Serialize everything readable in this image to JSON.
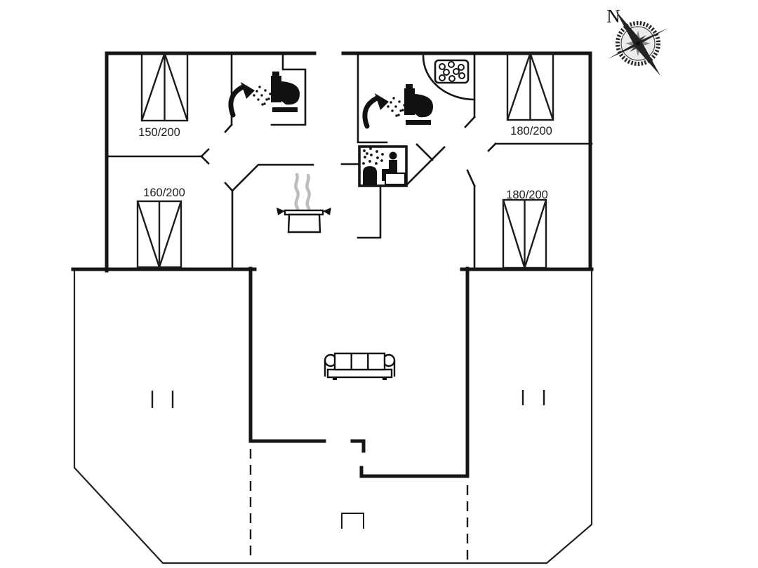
{
  "compass": {
    "label": "N"
  },
  "beds": {
    "bedroom_top_left": {
      "label": "150/200"
    },
    "bedroom_bottom_left": {
      "label": "160/200"
    },
    "bedroom_top_right": {
      "label": "180/200"
    },
    "bedroom_bottom_right": {
      "label": "180/200"
    }
  },
  "icons": {
    "bathroom_left": [
      "shower-icon",
      "toilet-icon"
    ],
    "bathroom_right": [
      "shower-icon",
      "toilet-icon",
      "stove-burners-icon",
      "corner-arc"
    ],
    "sauna_room": [
      "sauna-person-icon",
      "sauna-heater-icon"
    ],
    "kitchen": [
      "cooking-pot-icon",
      "steam-icon"
    ],
    "living_room": [
      "sofa-icon"
    ],
    "orientation": [
      "compass-rose-icon"
    ]
  },
  "colors": {
    "wall": "#151515",
    "terrace_line": "#222222",
    "steam": "#bdbdbd",
    "background": "#ffffff"
  }
}
